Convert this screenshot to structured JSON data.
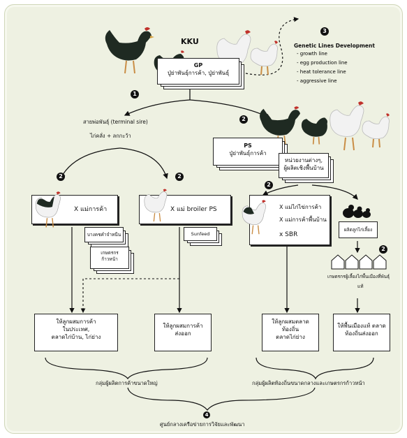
{
  "kku_label": "KKU",
  "gp": {
    "title": "GP",
    "subtitle": "ปู่ย่าพันธุ์การค้า, ปู่ย่าพันธุ์"
  },
  "genetic": {
    "title": "Genetic Lines Development",
    "items": [
      "- growth line",
      "- egg production line",
      "- heat tolerance line",
      "- aggressive line"
    ]
  },
  "terminal_sire": {
    "line1": "สายพ่อพันธุ์ (terminal sire)",
    "line2": "ไก่คลั่ง + ลกกะว้า"
  },
  "ps": {
    "title": "PS",
    "subtitle": "ปู่ย่าพันธุ์การค้า"
  },
  "ps_sub": {
    "line1": "หน่วยงานต่างๆ,",
    "line2": "ผู้ผลิตเชิงพื้นบ้าน"
  },
  "cross1": "X แม่การค้า",
  "cross1_sub": [
    "บางคชคำจำหนืน",
    "เกษตรกร",
    "ก้าวหน้า"
  ],
  "cross2": "X แม่ broiler PS",
  "cross2_sub": "Sunfeed",
  "cross3": [
    "X แม่ไก่ไข่การค้า",
    "X แม่การค้าพื้นบ้าน",
    "x SBR"
  ],
  "chick_label": "ผลิตลูกไก่เลี้ยง",
  "farm_label": {
    "line1": "เกษตรกรผู้เลี้ยงไก่พื้นเมืองที่พันธุ์",
    "line2": "แท้"
  },
  "out1": [
    "ให้ลูกผสมการค้า",
    "ในประเทศ,",
    "ตลาดไก่บ้าน, ไก่ย่าง"
  ],
  "out2": [
    "ให้ลูกผสมการค้า",
    "ส่งออก"
  ],
  "out3": [
    "ให้ลูกผสมตลาด",
    "ท้องถิ่น",
    "ตลาดไก่ย่าง"
  ],
  "out4": [
    "ให้พื้นเมืองแท้ ตลาด",
    "ท้องถิ่นส่งออก"
  ],
  "group_left": "กลุ่มผู้ผลิตการค้าขนาดใหญ่",
  "group_right": "กลุ่มผู้ผลิตท้องถิ่นขนาดกลางและเกษตรกรก้าวหน้า",
  "center": "ศูนย์กลางเครือข่ายการวิจัยและพัฒนา",
  "markers": {
    "m1": "1",
    "m2": "2",
    "m3": "3",
    "m4": "4"
  },
  "colors": {
    "panel": "#eef1e2",
    "ink": "#111111",
    "rooster_dark": "#1f2a22",
    "comb": "#c0312b",
    "white_bird": "#f2f2f2"
  }
}
